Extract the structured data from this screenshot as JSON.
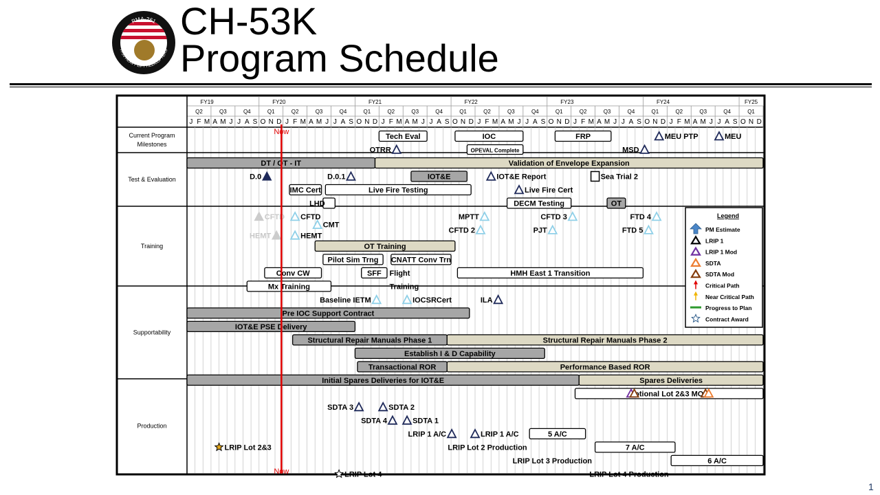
{
  "slide": {
    "title_line1": "CH-53K",
    "title_line2": "Program Schedule",
    "page_number": "1",
    "logo_text_top": "PMA-261",
    "logo_text_bottom": "H-53 HEAVY LIFT HELICOPTERS"
  },
  "header": {
    "fiscal_years": [
      {
        "label": "FY19",
        "pos": 2
      },
      {
        "label": "FY20",
        "pos": 11
      },
      {
        "label": "FY21",
        "pos": 23
      },
      {
        "label": "FY22",
        "pos": 35
      },
      {
        "label": "FY23",
        "pos": 47
      },
      {
        "label": "FY24",
        "pos": 59
      },
      {
        "label": "FY25",
        "pos": 70
      }
    ],
    "quarters": [
      "Q2",
      "Q3",
      "Q4",
      "Q1",
      "Q2",
      "Q3",
      "Q4",
      "Q1",
      "Q2",
      "Q3",
      "Q4",
      "Q1",
      "Q2",
      "Q3",
      "Q4",
      "Q1",
      "Q2",
      "Q3",
      "Q4",
      "Q1",
      "Q2",
      "Q3",
      "Q4",
      "Q1"
    ],
    "months": [
      "J",
      "F",
      "M",
      "A",
      "M",
      "J",
      "J",
      "A",
      "S",
      "O",
      "N",
      "D",
      "J",
      "F",
      "M",
      "A",
      "M",
      "J",
      "J",
      "A",
      "S",
      "O",
      "N",
      "D",
      "J",
      "F",
      "M",
      "A",
      "M",
      "J",
      "J",
      "A",
      "S",
      "O",
      "N",
      "D",
      "J",
      "F",
      "M",
      "A",
      "M",
      "J",
      "J",
      "A",
      "S",
      "O",
      "N",
      "D",
      "J",
      "F",
      "M",
      "A",
      "M",
      "J",
      "J",
      "A",
      "S",
      "O",
      "N",
      "D",
      "J",
      "F",
      "M",
      "A",
      "M",
      "J",
      "J",
      "A",
      "S",
      "O",
      "N",
      "D"
    ]
  },
  "sections": [
    {
      "label": "Current Program\nMilestones"
    },
    {
      "label": "Test & Evaluation"
    },
    {
      "label": "Training"
    },
    {
      "label": "Supportability"
    },
    {
      "label": "Production"
    }
  ],
  "now_line": {
    "label": "Now",
    "month": 11.8
  },
  "bars": [
    {
      "text": "Tech Eval",
      "start": 24,
      "end": 30,
      "row": 0,
      "style": "box"
    },
    {
      "text": "IOC",
      "start": 33.5,
      "end": 42,
      "row": 0,
      "style": "box"
    },
    {
      "text": "FRP",
      "start": 46,
      "end": 53,
      "row": 0,
      "style": "box"
    },
    {
      "text": "OPEVAL Complete",
      "start": 35,
      "end": 42,
      "row": 1,
      "style": "box-small"
    },
    {
      "text": "DT / OT - IT",
      "start": 0,
      "end": 23.5,
      "row": 2,
      "style": "gray"
    },
    {
      "text": "Validation of Envelope Expansion",
      "start": 23.5,
      "end": 72,
      "row": 2,
      "style": "tan"
    },
    {
      "text": "IOT&E",
      "start": 28,
      "end": 35,
      "row": 3,
      "style": "gray"
    },
    {
      "text": "IMC Cert",
      "start": 12.8,
      "end": 16.8,
      "row": 4,
      "style": "box"
    },
    {
      "text": "Live Fire Testing",
      "start": 17.3,
      "end": 35.5,
      "row": 4,
      "style": "box"
    },
    {
      "text": "",
      "start": 17,
      "end": 18.5,
      "row": 5,
      "style": "box"
    },
    {
      "text": "DECM Testing",
      "start": 40,
      "end": 48,
      "row": 5,
      "style": "box"
    },
    {
      "text": "OT",
      "start": 52.5,
      "end": 54.8,
      "row": 5,
      "style": "gray"
    },
    {
      "text": "OT Training",
      "start": 16,
      "end": 33.5,
      "row": 8.2,
      "style": "tan"
    },
    {
      "text": "Pilot Sim Trng",
      "start": 17,
      "end": 24.5,
      "row": 9.2,
      "style": "box"
    },
    {
      "text": "CNATT Conv Trn",
      "start": 25.5,
      "end": 33,
      "row": 9.2,
      "style": "box"
    },
    {
      "text": "Conv CW",
      "start": 9.7,
      "end": 16.8,
      "row": 10.2,
      "style": "box"
    },
    {
      "text": "SFF",
      "start": 21.8,
      "end": 25,
      "row": 10.2,
      "style": "box"
    },
    {
      "text": "HMH East 1 Transition",
      "start": 33.8,
      "end": 57,
      "row": 10.2,
      "style": "box"
    },
    {
      "text": "Mx Training",
      "start": 7.5,
      "end": 18,
      "row": 11.2,
      "style": "box"
    },
    {
      "text": "Pre IOC Support Contract",
      "start": 0,
      "end": 35.3,
      "row": 13.2,
      "style": "gray"
    },
    {
      "text": "IOT&E PSE Delivery",
      "start": 0,
      "end": 21,
      "row": 14.2,
      "style": "gray"
    },
    {
      "text": "Structural Repair Manuals Phase 1",
      "start": 13.2,
      "end": 32.5,
      "row": 15.2,
      "style": "gray"
    },
    {
      "text": "Structural Repair Manuals Phase 2",
      "start": 32.5,
      "end": 72,
      "row": 15.2,
      "style": "tan"
    },
    {
      "text": "Establish I & D Capability",
      "start": 21,
      "end": 44.7,
      "row": 16.2,
      "style": "gray"
    },
    {
      "text": "Transactional ROR",
      "start": 21.3,
      "end": 32.5,
      "row": 17.2,
      "style": "gray"
    },
    {
      "text": "Performance Based ROR",
      "start": 32.5,
      "end": 72,
      "row": 17.2,
      "style": "tan"
    },
    {
      "text": "Initial Spares Deliveries for IOT&E",
      "start": 0,
      "end": 49,
      "row": 18.2,
      "style": "gray"
    },
    {
      "text": "Spares Deliveries",
      "start": 49,
      "end": 72,
      "row": 18.2,
      "style": "tan"
    },
    {
      "text": "Notional Lot 2&3 MOD",
      "start": 48.5,
      "end": 72,
      "row": 19.2,
      "style": "box"
    },
    {
      "text": "5 A/C",
      "start": 42.8,
      "end": 49.8,
      "row": 22.2,
      "style": "box"
    },
    {
      "text": "7 A/C",
      "start": 51,
      "end": 61,
      "row": 23.2,
      "style": "box"
    },
    {
      "text": "6 A/C",
      "start": 60.5,
      "end": 72,
      "row": 24.2,
      "style": "box"
    }
  ],
  "labels": [
    {
      "text": "MEU PTP",
      "month": 59,
      "row": 0,
      "icon": "tri"
    },
    {
      "text": "MEU",
      "month": 66.5,
      "row": 0,
      "icon": "tri"
    },
    {
      "text": "OTRR",
      "month": 25.5,
      "row": 1,
      "icon": "tri",
      "icon_after": true
    },
    {
      "text": "MSD",
      "month": 56.5,
      "row": 1,
      "icon": "tri",
      "icon_after": true
    },
    {
      "text": "D.0",
      "month": 9.3,
      "row": 3,
      "icon": "tri-fill",
      "icon_after": true
    },
    {
      "text": "D.0.1",
      "month": 19.8,
      "row": 3,
      "icon": "tri",
      "icon_after": true
    },
    {
      "text": "IOT&E Report",
      "month": 38,
      "row": 3,
      "icon": "tri"
    },
    {
      "text": "Sea Trial 2",
      "month": 51,
      "row": 3,
      "icon": "square"
    },
    {
      "text": "Live Fire Cert",
      "month": 41.5,
      "row": 4,
      "icon": "tri"
    },
    {
      "text": "LHD",
      "month": 15.3,
      "row": 5,
      "icon": "none"
    },
    {
      "text": "CFTD",
      "month": 13.5,
      "row": 6,
      "icon": "tri-light"
    },
    {
      "text": "CFTD",
      "month": 9,
      "row": 6,
      "icon": "tri-faded"
    },
    {
      "text": "MPTT",
      "month": 36.5,
      "row": 6,
      "icon": "tri-light",
      "icon_after": true
    },
    {
      "text": "CFTD 3",
      "month": 47.5,
      "row": 6,
      "icon": "tri-light",
      "icon_after": true
    },
    {
      "text": "FTD 4",
      "month": 58,
      "row": 6,
      "icon": "tri-light",
      "icon_after": true
    },
    {
      "text": "CMT",
      "month": 16.3,
      "row": 6.6,
      "icon": "tri-light"
    },
    {
      "text": "CFTD 2",
      "month": 36,
      "row": 7,
      "icon": "tri-light",
      "icon_after": true
    },
    {
      "text": "PJT",
      "month": 45,
      "row": 7,
      "icon": "tri-light",
      "icon_after": true
    },
    {
      "text": "FTD 5",
      "month": 57,
      "row": 7,
      "icon": "tri-light",
      "icon_after": true
    },
    {
      "text": "HEMT",
      "month": 13.5,
      "row": 7.4,
      "icon": "tri-light"
    },
    {
      "text": "HEMT",
      "month": 10.5,
      "row": 7.4,
      "icon": "tri-faded",
      "icon_after": true
    },
    {
      "text": "Flight",
      "month": 25.3,
      "row": 10.2,
      "icon": "none"
    },
    {
      "text": "Training",
      "month": 25.3,
      "row": 11.2,
      "icon": "none"
    },
    {
      "text": "Baseline IETM",
      "month": 23,
      "row": 12.2,
      "icon": "tri-light",
      "icon_after": true
    },
    {
      "text": "IOCSRCert",
      "month": 27.5,
      "row": 12.2,
      "icon": "tri-light"
    },
    {
      "text": "ILA",
      "month": 38.2,
      "row": 12.2,
      "icon": "tri",
      "icon_after": true
    },
    {
      "text": "SDTA 3",
      "month": 20.8,
      "row": 20.2,
      "icon": "tri",
      "icon_after": true
    },
    {
      "text": "SDTA 2",
      "month": 24.5,
      "row": 20.2,
      "icon": "tri"
    },
    {
      "text": "SDTA 4",
      "month": 25,
      "row": 21.2,
      "icon": "tri",
      "icon_after": true
    },
    {
      "text": "SDTA 1",
      "month": 27.5,
      "row": 21.2,
      "icon": "tri"
    },
    {
      "text": "LRIP 1 A/C",
      "month": 32.4,
      "row": 22.2,
      "icon": "tri",
      "icon_after": true
    },
    {
      "text": "LRIP 1 A/C",
      "month": 36,
      "row": 22.2,
      "icon": "tri"
    },
    {
      "text": "LRIP Lot 2 Production",
      "month": 42.5,
      "row": 23.2,
      "icon": "none",
      "align": "end"
    },
    {
      "text": "LRIP Lot 3 Production",
      "month": 50.6,
      "row": 24.2,
      "icon": "none",
      "align": "end"
    },
    {
      "text": "LRIP Lot 4 Production",
      "month": 60.2,
      "row": 25.2,
      "icon": "none",
      "align": "end"
    },
    {
      "text": "LRIP Lot 2&3",
      "month": 4,
      "row": 23.2,
      "icon": "star-gold"
    },
    {
      "text": "LRIP Lot 4",
      "month": 19,
      "row": 25.2,
      "icon": "star"
    }
  ],
  "legend": {
    "title": "Legend",
    "items": [
      {
        "label": "PM Estimate",
        "icon": "arrow-up-blue"
      },
      {
        "label": "LRIP 1",
        "icon": "tri-black"
      },
      {
        "label": "LRIP 1 Mod",
        "icon": "tri-purple"
      },
      {
        "label": "SDTA",
        "icon": "tri-orange"
      },
      {
        "label": "SDTA Mod",
        "icon": "tri-brown"
      },
      {
        "label": "Critical Path",
        "icon": "arrow-red"
      },
      {
        "label": "Near Critical Path",
        "icon": "arrow-yellow"
      },
      {
        "label": "Progress to Plan",
        "icon": "line-green"
      },
      {
        "label": "Contract Award",
        "icon": "star-blue"
      }
    ]
  },
  "colors": {
    "gray": "#a6a6a6",
    "tan": "#ddd9c4",
    "now": "#e00000",
    "light_tri": "#8fd0e8",
    "dark_tri": "#1f2a5a"
  }
}
